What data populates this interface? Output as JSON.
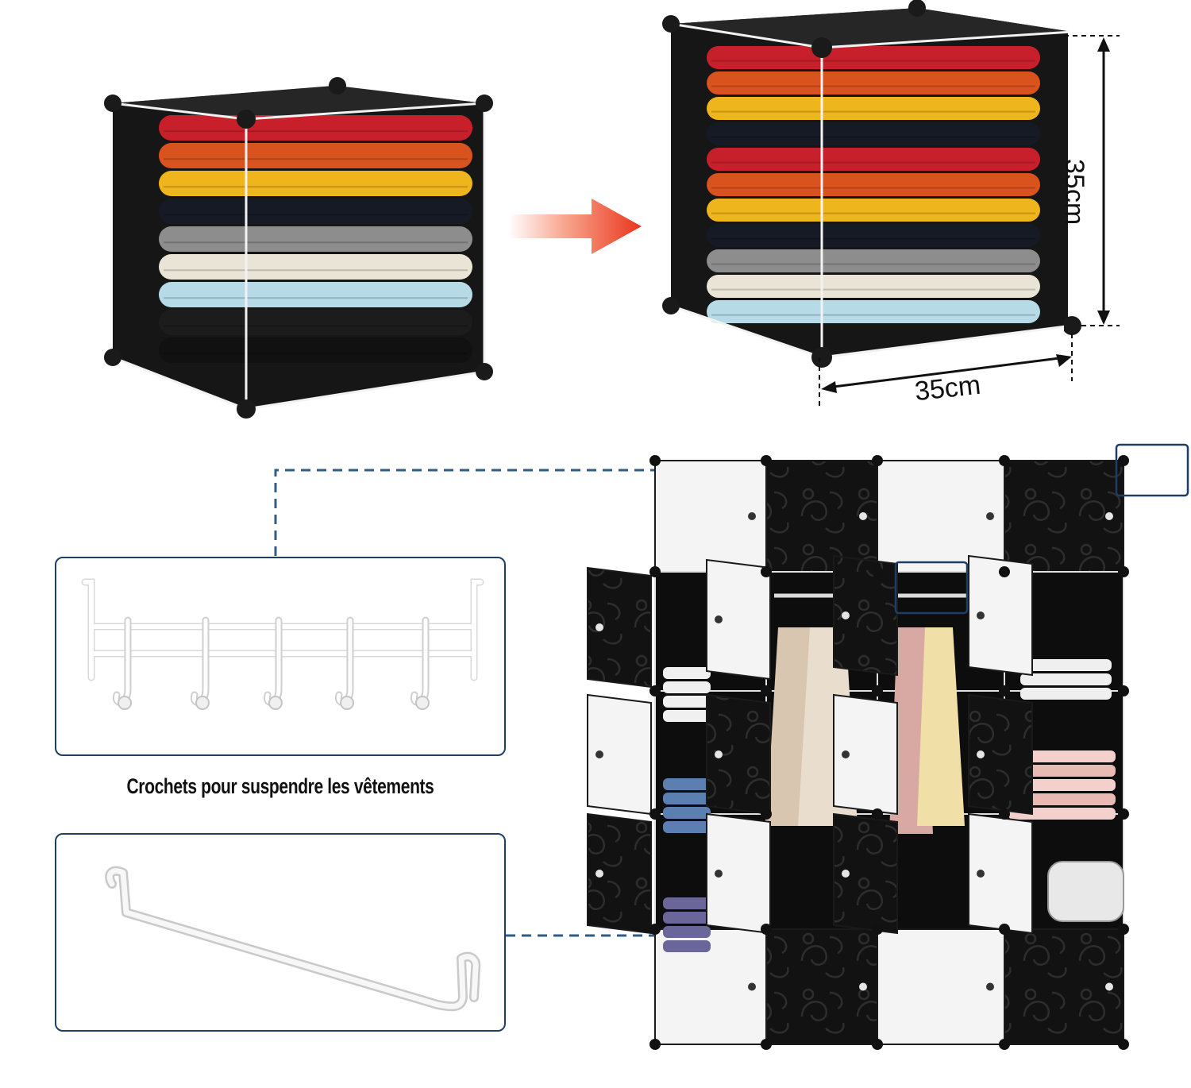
{
  "dimensions": {
    "height_label": "35cm",
    "width_label": "35cm"
  },
  "accessories": {
    "hooks_caption": "Crochets pour suspendre les vêtements"
  },
  "colors": {
    "accent_arrow": "#e8361c",
    "dashed_line": "#2f5d86",
    "panel_black": "#141414",
    "panel_white": "#f4f4f4",
    "frame_box": "#1f3e63"
  },
  "icons": [
    "arrow-right-icon",
    "hook-rack-icon",
    "hanging-rod-icon"
  ]
}
